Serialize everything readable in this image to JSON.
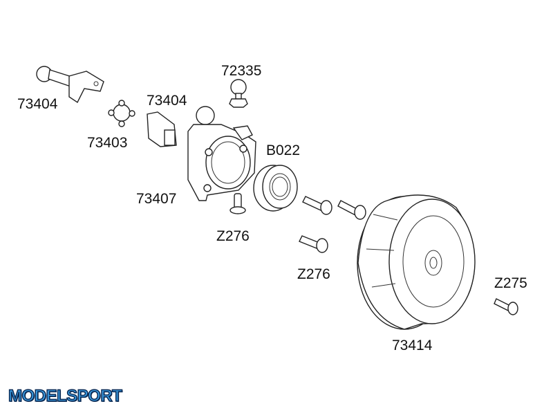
{
  "logo": "MODELSPORT",
  "parts": [
    {
      "id": "shaft",
      "number": "73404"
    },
    {
      "id": "cross",
      "number": "73403"
    },
    {
      "id": "yoke",
      "number": "73404"
    },
    {
      "id": "ballstud",
      "number": "72335"
    },
    {
      "id": "housing",
      "number": "73407"
    },
    {
      "id": "bearing",
      "number": "B022"
    },
    {
      "id": "pin",
      "number": "Z276"
    },
    {
      "id": "screws",
      "number": "Z276"
    },
    {
      "id": "screw-small",
      "number": "Z275"
    },
    {
      "id": "drum",
      "number": "73414"
    }
  ]
}
